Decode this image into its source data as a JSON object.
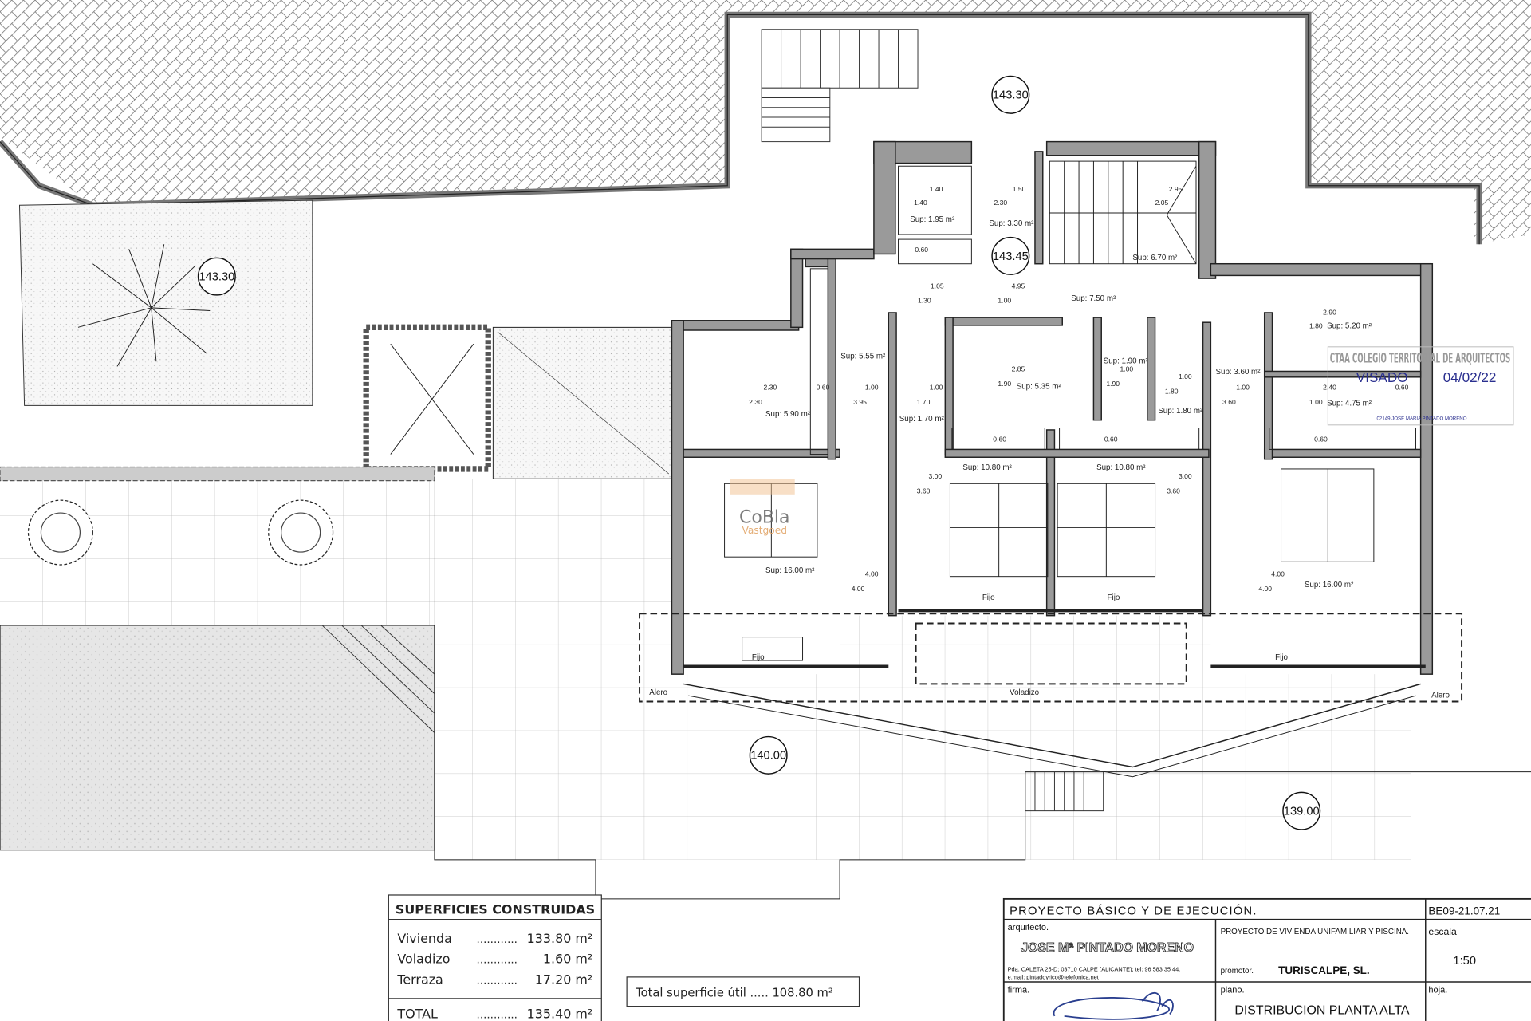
{
  "plan": {
    "elevations": [
      "143.30",
      "143.30",
      "143.45",
      "140.00",
      "139.00"
    ],
    "rooms": [
      "Sup: 1.95 m²",
      "Sup: 3.30 m²",
      "Sup: 6.70 m²",
      "Sup: 7.50 m²",
      "Sup: 5.55 m²",
      "Sup: 5.90 m²",
      "Sup: 1.70 m²",
      "Sup: 5.35 m²",
      "Sup: 1.90 m²",
      "Sup: 1.80 m²",
      "Sup: 3.60 m²",
      "Sup: 5.20 m²",
      "Sup: 4.75 m²",
      "Sup: 10.80 m²",
      "Sup: 10.80 m²",
      "Sup: 16.00 m²",
      "Sup: 16.00 m²"
    ],
    "dims": [
      "1.40",
      "1.40",
      "1.50",
      "2.30",
      "2.95",
      "2.05",
      "0.60",
      "1.05",
      "1.30",
      "4.95",
      "1.00",
      "2.30",
      "2.30",
      "1.00",
      "3.95",
      "0.60",
      "1.00",
      "1.70",
      "2.85",
      "1.90",
      "1.00",
      "1.90",
      "1.00",
      "1.80",
      "1.00",
      "3.60",
      "2.90",
      "1.80",
      "2.40",
      "1.00",
      "0.60",
      "0.60",
      "0.60",
      "0.60",
      "3.00",
      "3.60",
      "3.00",
      "3.60",
      "4.00",
      "4.00",
      "4.00",
      "4.00"
    ],
    "labels": {
      "fijo": "Fijo",
      "voladizo": "Voladizo",
      "alero": "Alero"
    }
  },
  "surfaces_table": {
    "title": "SUPERFICIES CONSTRUIDAS",
    "rows": [
      {
        "name": "Vivienda",
        "dots": "............",
        "value": "133.80 m²"
      },
      {
        "name": "Voladizo",
        "dots": "............",
        "value": "1.60 m²"
      },
      {
        "name": "Terraza",
        "dots": "............",
        "value": "17.20 m²"
      }
    ],
    "total": {
      "name": "TOTAL",
      "dots": "............",
      "value": "135.40 m²"
    }
  },
  "useful_surface": "Total superficie útil ..... 108.80 m²",
  "title_block": {
    "project_type": "PROYECTO BÁSICO Y DE EJECUCIÓN.",
    "code": "BE09-21.07.21",
    "architect_label": "arquitecto.",
    "architect_name": "JOSE Mª PINTADO MORENO",
    "architect_address": "Pda. CALETA 25-D; 03710 CALPE (ALICANTE); tel: 96 583 35 44.",
    "architect_email": "e.mail: pintadoyrico@telefonica.net",
    "project_name": "PROYECTO DE VIVIENDA UNIFAMILIAR Y PISCINA.",
    "promoter_label": "promotor.",
    "promoter": "TURISCALPE, SL.",
    "scale_label": "escala",
    "scale": "1:50",
    "signature_label": "firma.",
    "plan_label": "plano.",
    "plan_name": "DISTRIBUCION PLANTA ALTA",
    "sheet_label": "hoja."
  },
  "stamp": {
    "org": "CTAA COLEGIO TERRITORIAL DE ARQUITECTOS",
    "visado": "VISADO",
    "date": "04/02/22",
    "holder": "02149 JOSE MARIA PINTADO MORENO",
    "color": "#2a2f8f"
  },
  "watermark": {
    "brand": "CoBla",
    "sub": "Vastgoed",
    "color": "#e0a060"
  }
}
